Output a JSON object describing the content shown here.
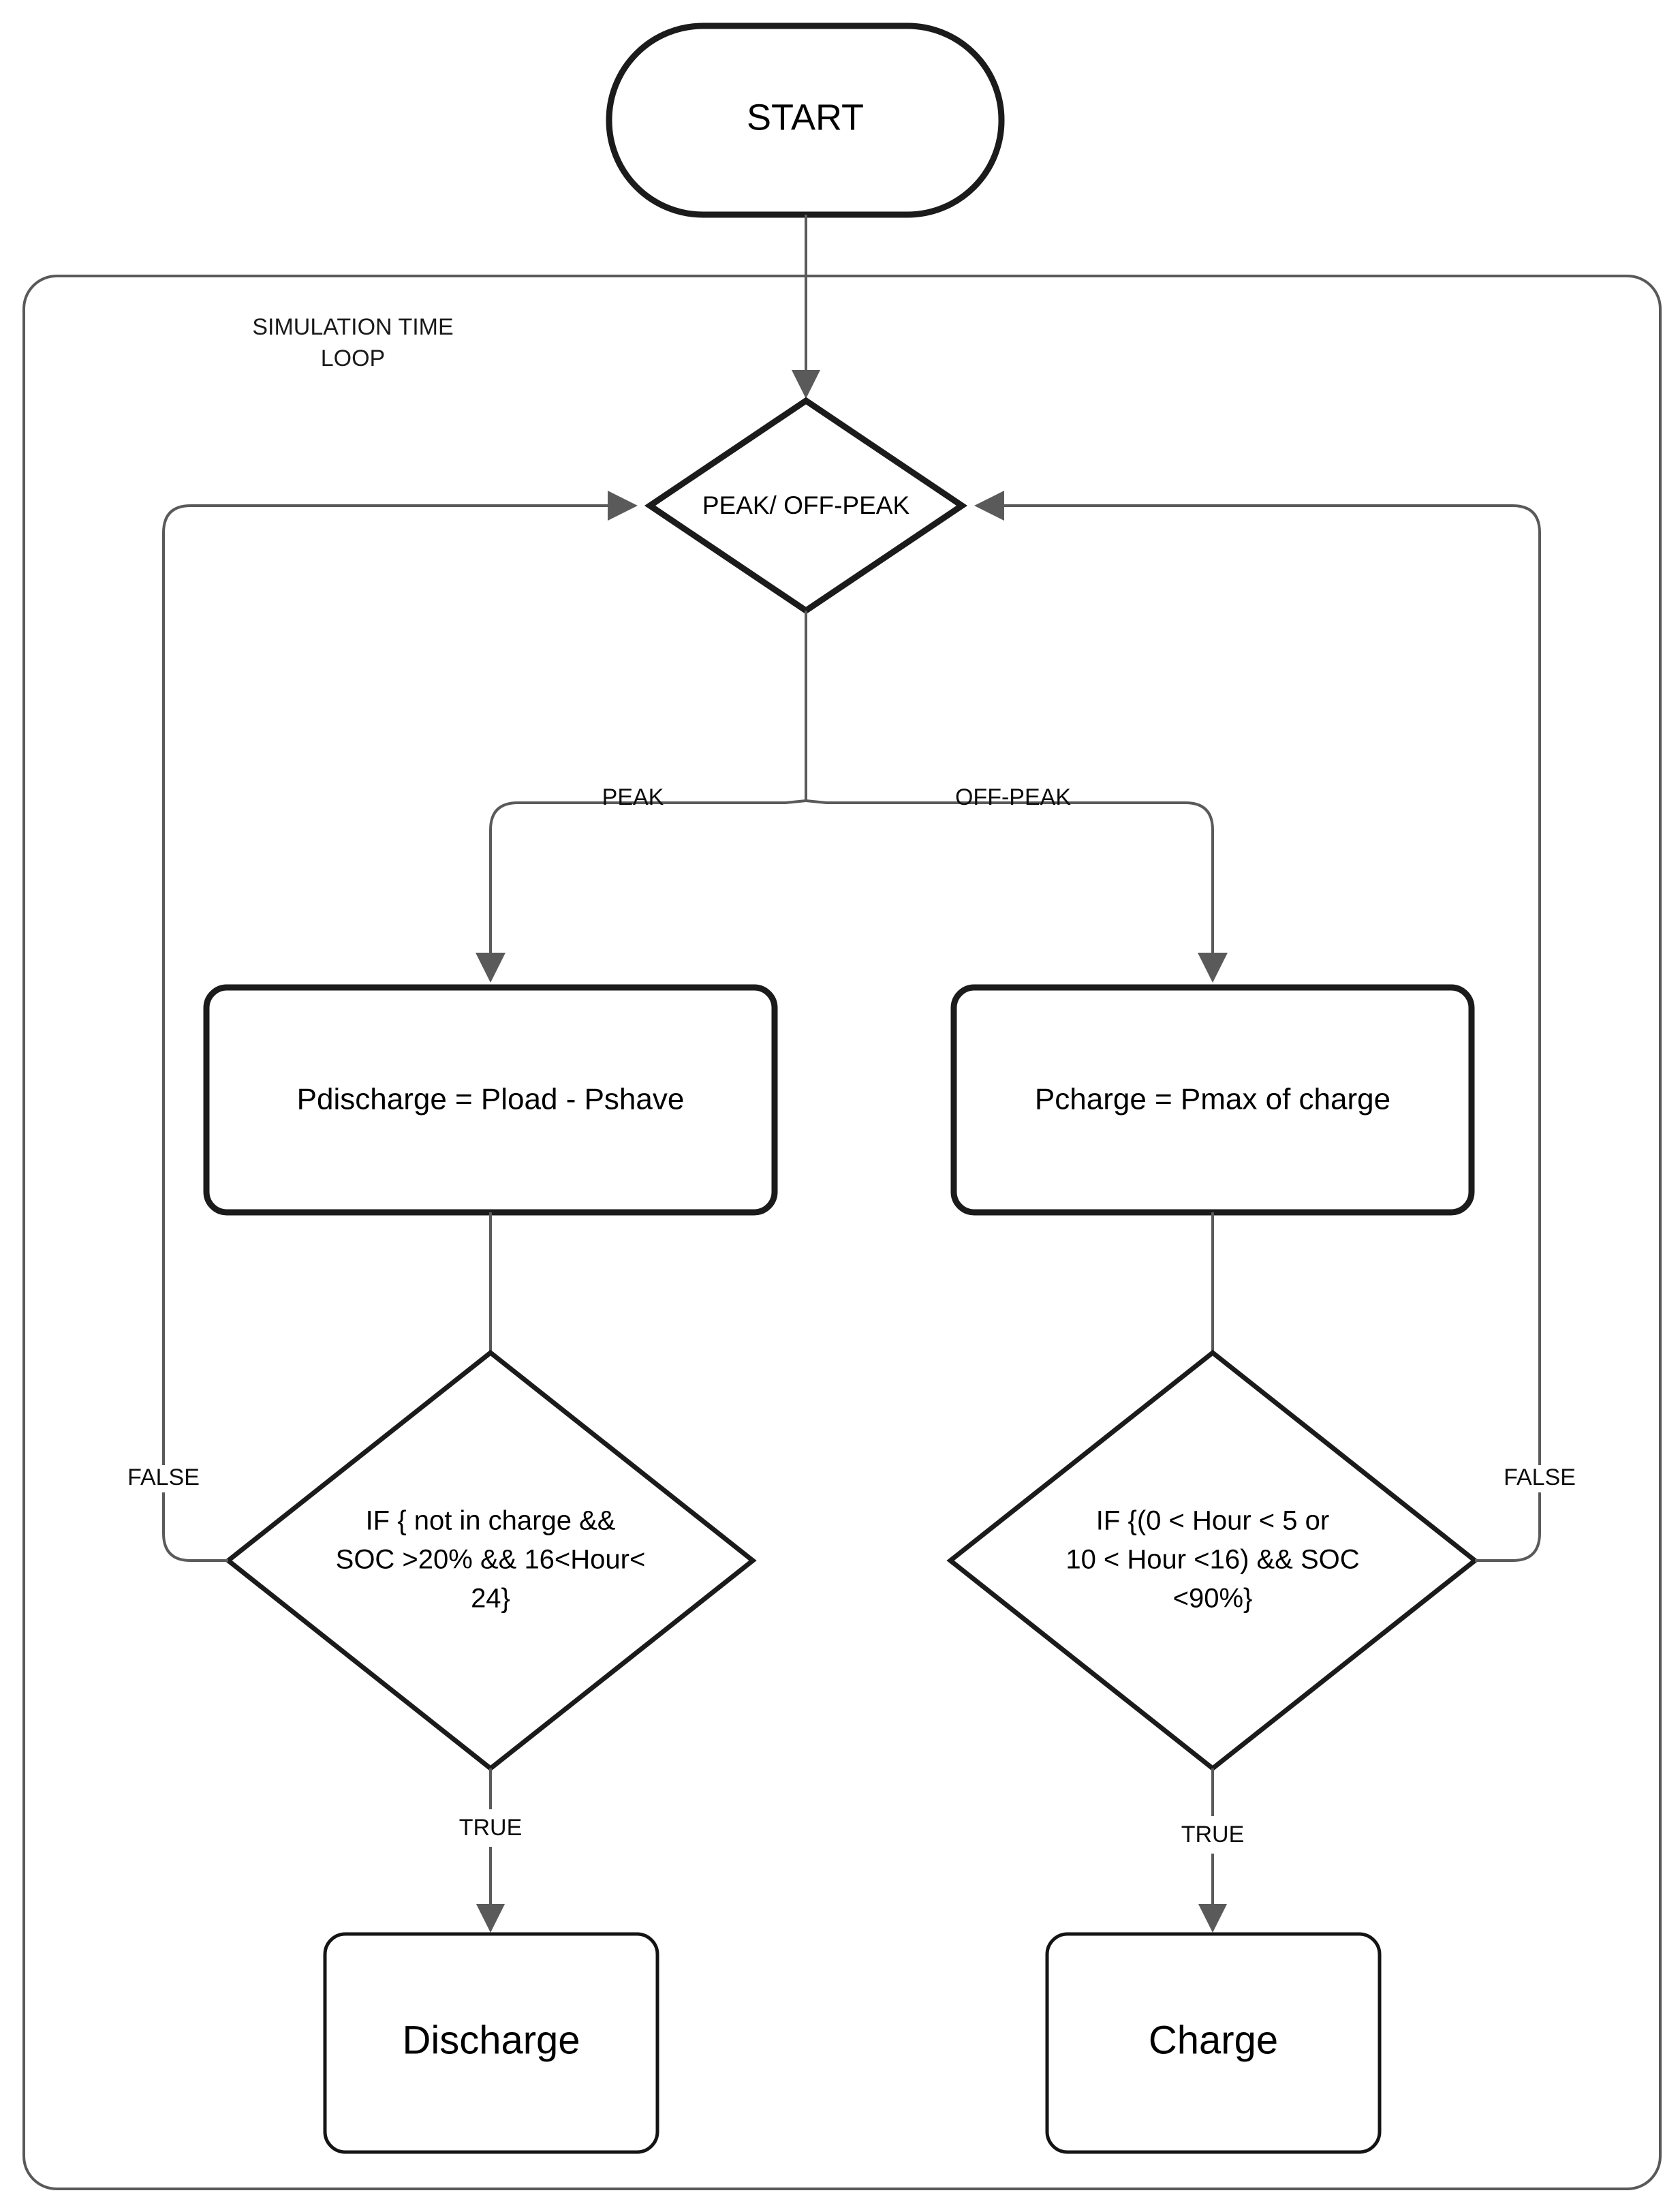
{
  "diagram": {
    "type": "flowchart",
    "title": "Battery peak-shaving charge/discharge control logic",
    "colors": {
      "node_stroke": "#1b1b1b",
      "edge_stroke": "#5a5a5a",
      "container_stroke": "#595959",
      "background": "#ffffff",
      "text": "#000000"
    },
    "nodes": {
      "start": {
        "label": "START",
        "shape": "stadium"
      },
      "loop_container": {
        "label_line1": "SIMULATION TIME",
        "label_line2": "LOOP",
        "shape": "rounded-rectangle"
      },
      "peak_decision": {
        "label": "PEAK/ OFF-PEAK",
        "shape": "diamond"
      },
      "discharge_process": {
        "label": "Pdischarge = Pload - Pshave",
        "shape": "rounded-rectangle"
      },
      "charge_process": {
        "label": "Pcharge = Pmax of charge",
        "shape": "rounded-rectangle"
      },
      "discharge_condition": {
        "line1": "IF { not in charge &&",
        "line2": "SOC >20% && 16<Hour<",
        "line3": "24}",
        "shape": "diamond"
      },
      "charge_condition": {
        "line1": "IF {(0 < Hour  < 5 or",
        "line2": "10 < Hour <16) && SOC",
        "line3": "<90%}",
        "shape": "diamond"
      },
      "discharge_terminal": {
        "label": "Discharge",
        "shape": "rounded-rectangle"
      },
      "charge_terminal": {
        "label": "Charge",
        "shape": "rounded-rectangle"
      }
    },
    "edge_labels": {
      "peak": "PEAK",
      "off_peak": "OFF-PEAK",
      "discharge_false": "FALSE",
      "discharge_true": "TRUE",
      "charge_false": "FALSE",
      "charge_true": "TRUE"
    }
  }
}
